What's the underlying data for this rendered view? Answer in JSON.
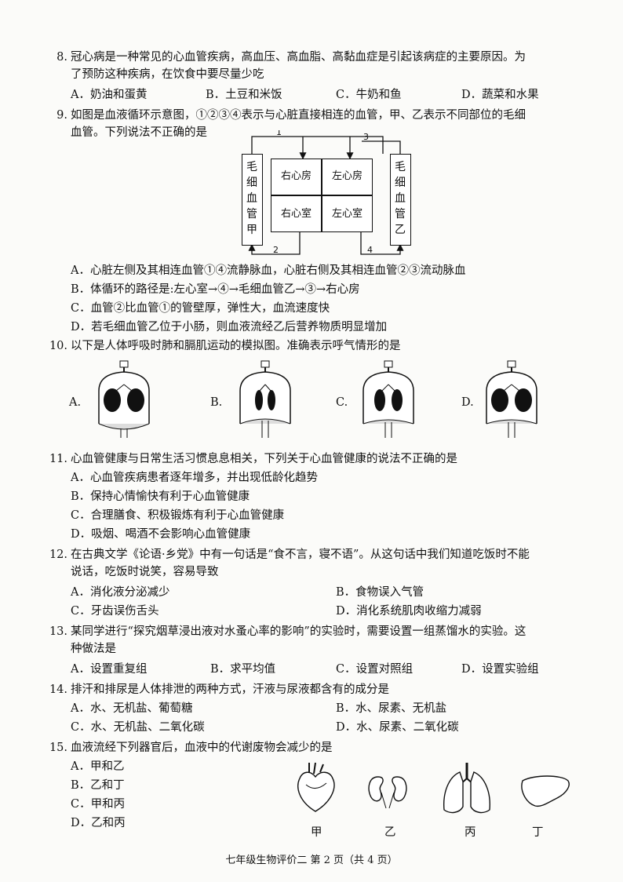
{
  "q8": {
    "num": "8.",
    "line1": "冠心病是一种常见的心血管疾病，高血压、高血脂、高黏血症是引起该病症的主要原因。为",
    "line2": "了预防这种疾病，在饮食中要尽量少吃",
    "options": [
      "A．奶油和蛋黄",
      "B．土豆和米饭",
      "C．牛奶和鱼",
      "D．蔬菜和水果"
    ]
  },
  "q9": {
    "num": "9.",
    "line1": "如图是血液循环示意图，①②③④表示与心脏直接相连的血管，甲、乙表示不同部位的毛细",
    "line2": "血管。下列说法不正确的是",
    "diagram": {
      "left_capillary": "毛细血管甲",
      "right_capillary": "毛细血管乙",
      "chambers": [
        "右心房",
        "左心房",
        "右心室",
        "左心室"
      ],
      "vessel_labels": [
        "1",
        "2",
        "3",
        "4"
      ]
    },
    "options": [
      "A．心脏左侧及其相连血管①④流静脉血，心脏右侧及其相连血管②③流动脉血",
      "B．体循环的路径是:左心室→④→毛细血管乙→③→右心房",
      "C．血管②比血管①的管壁厚，弹性大，血流速度快",
      "D．若毛细血管乙位于小肠，则血液流经乙后营养物质明显增加"
    ]
  },
  "q10": {
    "num": "10.",
    "text": "以下是人体呼吸时肺和膈肌运动的模拟图。准确表示呼气情形的是",
    "options": [
      "A.",
      "B.",
      "C.",
      "D."
    ]
  },
  "q11": {
    "num": "11.",
    "text": "心血管健康与日常生活习惯息息相关，下列关于心血管健康的说法不正确的是",
    "options": [
      "A．心血管疾病患者逐年增多，并出现低龄化趋势",
      "B．保持心情愉快有利于心血管健康",
      "C．合理膳食、积极锻炼有利于心血管健康",
      "D．吸烟、喝酒不会影响心血管健康"
    ]
  },
  "q12": {
    "num": "12.",
    "line1": "在古典文学《论语·乡党》中有一句话是“食不言，寝不语”。从这句话中我们知道吃饭时不能",
    "line2": "说话，吃饭时说笑，容易导致",
    "options": [
      "A．消化液分泌减少",
      "B．食物误入气管",
      "C．牙齿误伤舌头",
      "D．消化系统肌肉收缩力减弱"
    ]
  },
  "q13": {
    "num": "13.",
    "line1": "某同学进行“探究烟草浸出液对水蚤心率的影响”的实验时，需要设置一组蒸馏水的实验。这",
    "line2": "种做法是",
    "options": [
      "A．设置重复组",
      "B．求平均值",
      "C．设置对照组",
      "D．设置实验组"
    ]
  },
  "q14": {
    "num": "14.",
    "text": "排汗和排尿是人体排泄的两种方式，汗液与尿液都含有的成分是",
    "options": [
      "A．水、无机盐、葡萄糖",
      "B．水、尿素、无机盐",
      "C．水、无机盐、二氧化碳",
      "D．水、尿素、二氧化碳"
    ]
  },
  "q15": {
    "num": "15.",
    "text": "血液流经下列器官后，血液中的代谢废物会减少的是",
    "options": [
      "A．甲和乙",
      "B．乙和丁",
      "C．甲和丙",
      "D．乙和丙"
    ],
    "organ_labels": [
      "甲",
      "乙",
      "丙",
      "丁"
    ]
  },
  "footer": "七年级生物评价二 第 2 页（共 4 页）"
}
